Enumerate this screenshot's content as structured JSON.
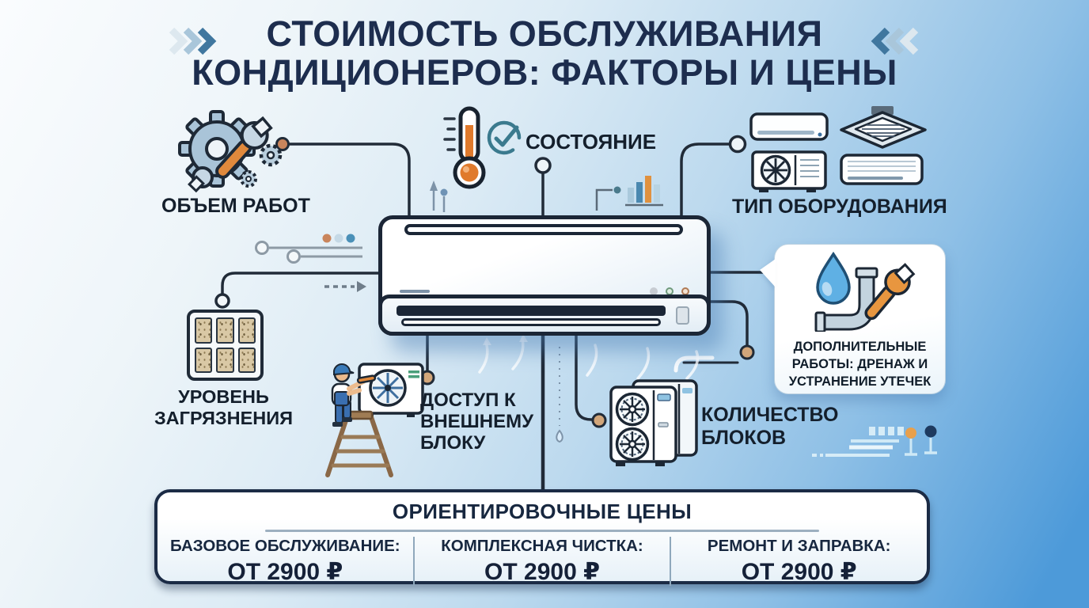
{
  "title": {
    "line1": "СТОИМОСТЬ ОБСЛУЖИВАНИЯ",
    "line2": "КОНДИЦИОНЕРОВ: ФАКТОРЫ И ЦЕНЫ"
  },
  "factors": {
    "scope": {
      "label": "ОБЪЕМ РАБОТ",
      "icon": "gear-wrench-icon"
    },
    "condition": {
      "label": "СОСТОЯНИЕ",
      "icon": "thermometer-check-icon"
    },
    "equipment_type": {
      "label": "ТИП ОБОРУДОВАНИЯ",
      "icon": "ac-unit-types-icon"
    },
    "contamination": {
      "line1": "УРОВЕНЬ",
      "line2": "ЗАГРЯЗНЕНИЯ",
      "icon": "dirty-filter-icon"
    },
    "outdoor_access": {
      "line1": "ДОСТУП К",
      "line2": "ВНЕШНЕМУ",
      "line3": "БЛОКУ",
      "icon": "technician-ladder-icon"
    },
    "units_count": {
      "line1": "КОЛИЧЕСТВО",
      "line2": "БЛОКОВ",
      "icon": "outdoor-units-icon"
    },
    "additional_works": {
      "line1": "ДОПОЛНИТЕЛЬНЫЕ",
      "line2": "РАБОТЫ: ДРЕНАЖ И",
      "line3": "УСТРАНЕНИЕ УТЕЧЕК",
      "icon": "droplet-pipe-wrench-icon"
    }
  },
  "prices": {
    "title": "ОРИЕНТИРОВОЧНЫЕ ЦЕНЫ",
    "items": [
      {
        "label": "БАЗОВОЕ ОБСЛУЖИВАНИЕ:",
        "value": "ОТ 2900 ₽"
      },
      {
        "label": "КОМПЛЕКСНАЯ ЧИСТКА:",
        "value": "ОТ 2900 ₽"
      },
      {
        "label": "РЕМОНТ И ЗАПРАВКА:",
        "value": "ОТ 2900 ₽"
      }
    ]
  },
  "colors": {
    "title_navy": "#1d2d4e",
    "connector_dark": "#212b38",
    "accent_orange": "#e0893c",
    "dot_tan": "#d2a67a",
    "background_blue": "#4d9ad9",
    "teal_check": "#3b7a8e"
  }
}
